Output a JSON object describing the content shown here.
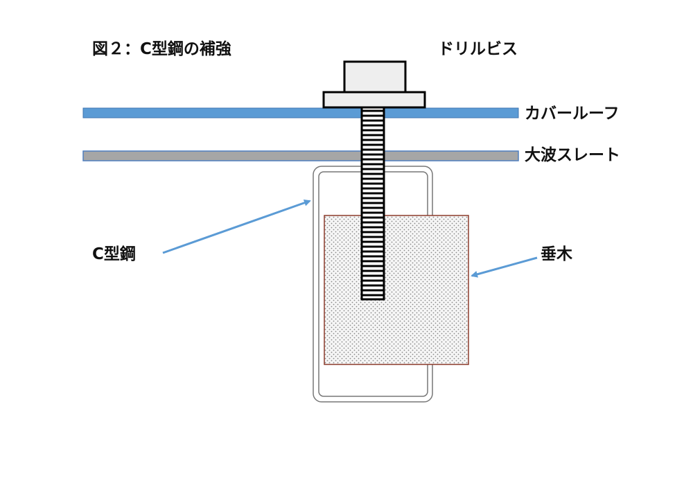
{
  "title": "図２：C型鋼の補強",
  "labels": {
    "drill_screw": "ドリルビス",
    "cover_roof": "カバールーフ",
    "slate": "大波スレート",
    "c_steel": "C型鋼",
    "rafter": "垂木"
  },
  "colors": {
    "cover_roof": "#5b9bd5",
    "slate": "#a6a6a6",
    "arrow": "#5b9bd5",
    "rafter_border": "#8b3a2a"
  }
}
